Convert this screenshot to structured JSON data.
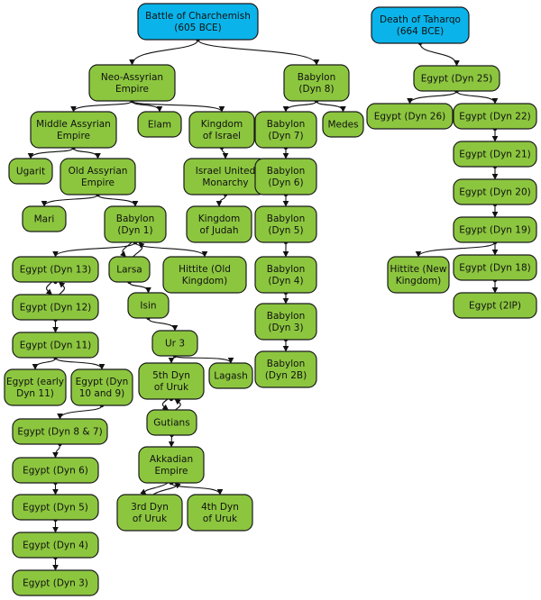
{
  "colors": {
    "root": "#0ab4ea",
    "node": "#8cc63f",
    "border": "#1a1a1a",
    "edge": "#111111"
  },
  "nodes": [
    {
      "id": "charchemish",
      "lines": [
        "Battle of Charchemish",
        "(605 BCE)"
      ],
      "root": true
    },
    {
      "id": "taharqo",
      "lines": [
        "Death of Taharqo",
        "(664 BCE)"
      ],
      "root": true
    },
    {
      "id": "neo-assyrian",
      "lines": [
        "Neo-Assyrian",
        "Empire"
      ]
    },
    {
      "id": "babylon-8",
      "lines": [
        "Babylon",
        "(Dyn 8)"
      ]
    },
    {
      "id": "middle-assyrian",
      "lines": [
        "Middle Assyrian",
        "Empire"
      ]
    },
    {
      "id": "elam",
      "lines": [
        "Elam"
      ]
    },
    {
      "id": "kingdom-israel",
      "lines": [
        "Kingdom",
        "of Israel"
      ]
    },
    {
      "id": "babylon-7",
      "lines": [
        "Babylon",
        "(Dyn 7)"
      ]
    },
    {
      "id": "medes",
      "lines": [
        "Medes"
      ]
    },
    {
      "id": "ugarit",
      "lines": [
        "Ugarit"
      ]
    },
    {
      "id": "old-assyrian",
      "lines": [
        "Old Assyrian",
        "Empire"
      ]
    },
    {
      "id": "israel-united",
      "lines": [
        "Israel United",
        "Monarchy"
      ]
    },
    {
      "id": "babylon-6",
      "lines": [
        "Babylon",
        "(Dyn 6)"
      ]
    },
    {
      "id": "mari",
      "lines": [
        "Mari"
      ]
    },
    {
      "id": "babylon-1",
      "lines": [
        "Babylon",
        "(Dyn 1)"
      ]
    },
    {
      "id": "kingdom-judah",
      "lines": [
        "Kingdom",
        "of Judah"
      ]
    },
    {
      "id": "babylon-5",
      "lines": [
        "Babylon",
        "(Dyn 5)"
      ]
    },
    {
      "id": "egypt-13",
      "lines": [
        "Egypt (Dyn 13)"
      ]
    },
    {
      "id": "larsa",
      "lines": [
        "Larsa"
      ]
    },
    {
      "id": "hittite-old",
      "lines": [
        "Hittite (Old",
        "Kingdom)"
      ]
    },
    {
      "id": "babylon-4",
      "lines": [
        "Babylon",
        "(Dyn 4)"
      ]
    },
    {
      "id": "egypt-12",
      "lines": [
        "Egypt (Dyn 12)"
      ]
    },
    {
      "id": "isin",
      "lines": [
        "Isin"
      ]
    },
    {
      "id": "babylon-3",
      "lines": [
        "Babylon",
        "(Dyn 3)"
      ]
    },
    {
      "id": "egypt-11",
      "lines": [
        "Egypt (Dyn 11)"
      ]
    },
    {
      "id": "ur-3",
      "lines": [
        "Ur 3"
      ]
    },
    {
      "id": "babylon-2b",
      "lines": [
        "Babylon",
        "(Dyn 2B)"
      ]
    },
    {
      "id": "egypt-early-11",
      "lines": [
        "Egypt (early",
        "Dyn 11)"
      ]
    },
    {
      "id": "egypt-10-9",
      "lines": [
        "Egypt (Dyn",
        "10 and 9)"
      ]
    },
    {
      "id": "uruk-5",
      "lines": [
        "5th Dyn",
        "of Uruk"
      ]
    },
    {
      "id": "lagash",
      "lines": [
        "Lagash"
      ]
    },
    {
      "id": "egypt-8-7",
      "lines": [
        "Egypt (Dyn 8 & 7)"
      ]
    },
    {
      "id": "gutians",
      "lines": [
        "Gutians"
      ]
    },
    {
      "id": "egypt-6",
      "lines": [
        "Egypt (Dyn 6)"
      ]
    },
    {
      "id": "akkadian",
      "lines": [
        "Akkadian",
        "Empire"
      ]
    },
    {
      "id": "egypt-5",
      "lines": [
        "Egypt (Dyn 5)"
      ]
    },
    {
      "id": "uruk-3",
      "lines": [
        "3rd Dyn",
        "of Uruk"
      ]
    },
    {
      "id": "uruk-4",
      "lines": [
        "4th Dyn",
        "of Uruk"
      ]
    },
    {
      "id": "egypt-4",
      "lines": [
        "Egypt (Dyn 4)"
      ]
    },
    {
      "id": "egypt-3",
      "lines": [
        "Egypt (Dyn 3)"
      ]
    },
    {
      "id": "egypt-25",
      "lines": [
        "Egypt (Dyn 25)"
      ]
    },
    {
      "id": "egypt-26",
      "lines": [
        "Egypt (Dyn 26)"
      ]
    },
    {
      "id": "egypt-22",
      "lines": [
        "Egypt (Dyn 22)"
      ]
    },
    {
      "id": "egypt-21",
      "lines": [
        "Egypt (Dyn 21)"
      ]
    },
    {
      "id": "egypt-20",
      "lines": [
        "Egypt (Dyn 20)"
      ]
    },
    {
      "id": "egypt-19",
      "lines": [
        "Egypt (Dyn 19)"
      ]
    },
    {
      "id": "hittite-new",
      "lines": [
        "Hittite (New",
        "Kingdom)"
      ]
    },
    {
      "id": "egypt-18",
      "lines": [
        "Egypt (Dyn 18)"
      ]
    },
    {
      "id": "egypt-2ip",
      "lines": [
        "Egypt (2IP)"
      ]
    }
  ],
  "edges": [
    [
      "charchemish",
      "neo-assyrian"
    ],
    [
      "charchemish",
      "babylon-8"
    ],
    [
      "neo-assyrian",
      "middle-assyrian"
    ],
    [
      "neo-assyrian",
      "elam"
    ],
    [
      "neo-assyrian",
      "kingdom-israel"
    ],
    [
      "babylon-8",
      "babylon-7"
    ],
    [
      "babylon-8",
      "medes"
    ],
    [
      "middle-assyrian",
      "ugarit"
    ],
    [
      "middle-assyrian",
      "old-assyrian"
    ],
    [
      "kingdom-israel",
      "israel-united"
    ],
    [
      "babylon-7",
      "babylon-6"
    ],
    [
      "old-assyrian",
      "mari"
    ],
    [
      "old-assyrian",
      "babylon-1"
    ],
    [
      "israel-united",
      "kingdom-judah"
    ],
    [
      "babylon-6",
      "babylon-5"
    ],
    [
      "babylon-1",
      "egypt-13"
    ],
    [
      "babylon-1",
      "larsa"
    ],
    [
      "babylon-1",
      "hittite-old"
    ],
    [
      "babylon-5",
      "babylon-4"
    ],
    [
      "egypt-13",
      "egypt-12"
    ],
    [
      "larsa",
      "isin"
    ],
    [
      "babylon-4",
      "babylon-3"
    ],
    [
      "egypt-12",
      "egypt-11"
    ],
    [
      "isin",
      "ur-3"
    ],
    [
      "babylon-3",
      "babylon-2b"
    ],
    [
      "egypt-11",
      "egypt-early-11"
    ],
    [
      "egypt-11",
      "egypt-10-9"
    ],
    [
      "ur-3",
      "uruk-5"
    ],
    [
      "ur-3",
      "lagash"
    ],
    [
      "egypt-10-9",
      "egypt-8-7"
    ],
    [
      "uruk-5",
      "gutians"
    ],
    [
      "egypt-8-7",
      "egypt-6"
    ],
    [
      "gutians",
      "akkadian"
    ],
    [
      "egypt-6",
      "egypt-5"
    ],
    [
      "akkadian",
      "uruk-3"
    ],
    [
      "akkadian",
      "uruk-4"
    ],
    [
      "egypt-5",
      "egypt-4"
    ],
    [
      "egypt-4",
      "egypt-3"
    ],
    [
      "taharqo",
      "egypt-25"
    ],
    [
      "egypt-25",
      "egypt-26"
    ],
    [
      "egypt-25",
      "egypt-22"
    ],
    [
      "egypt-22",
      "egypt-21"
    ],
    [
      "egypt-21",
      "egypt-20"
    ],
    [
      "egypt-20",
      "egypt-19"
    ],
    [
      "egypt-19",
      "hittite-new"
    ],
    [
      "egypt-19",
      "egypt-18"
    ],
    [
      "egypt-18",
      "egypt-2ip"
    ]
  ],
  "mutual": [
    [
      "babylon-1",
      "larsa"
    ],
    [
      "egypt-13",
      "egypt-12"
    ],
    [
      "uruk-5",
      "gutians"
    ],
    [
      "akkadian",
      "uruk-3"
    ]
  ]
}
